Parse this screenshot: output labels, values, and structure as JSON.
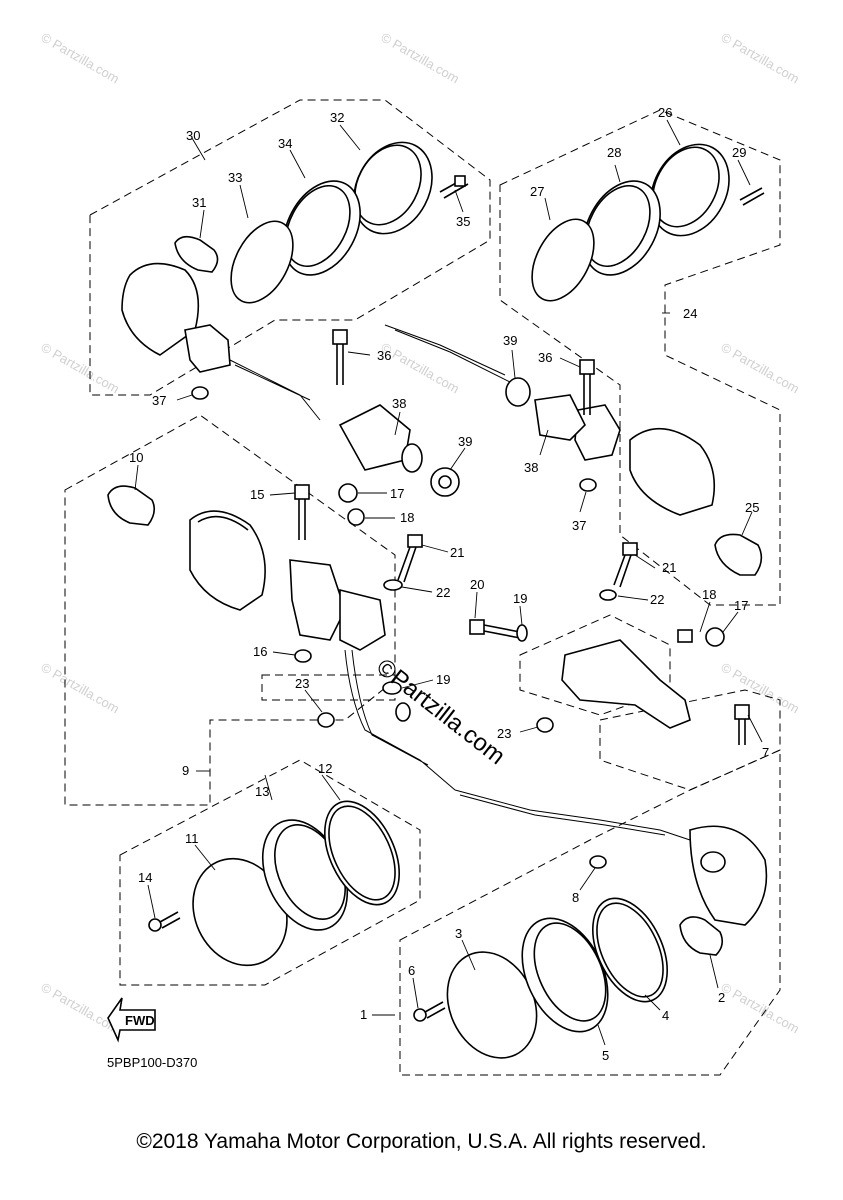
{
  "diagram_code": "5PBP100-D370",
  "copyright": "©2018 Yamaha Motor Corporation, U.S.A. All rights reserved.",
  "fwd_label": "FWD",
  "watermark": "© Partzilla.com",
  "center_watermark": "©Partzilla.com",
  "callouts": [
    "1",
    "2",
    "3",
    "4",
    "5",
    "6",
    "7",
    "8",
    "9",
    "10",
    "11",
    "12",
    "13",
    "14",
    "15",
    "16",
    "17",
    "18",
    "19",
    "20",
    "21",
    "22",
    "23",
    "24",
    "25",
    "26",
    "27",
    "28",
    "29",
    "30",
    "31",
    "32",
    "33",
    "34",
    "35",
    "36",
    "37",
    "38",
    "39"
  ]
}
